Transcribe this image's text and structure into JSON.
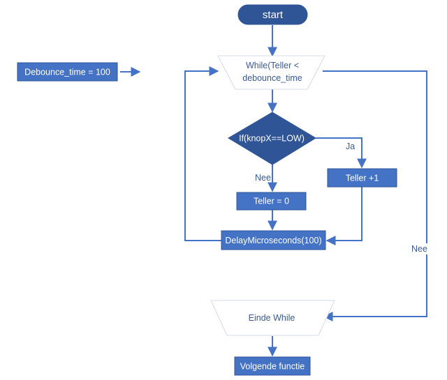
{
  "colors": {
    "node_fill": "#4472c4",
    "node_dark": "#2f5597",
    "line": "#4472c4",
    "light_text": "#3b5a93"
  },
  "nodes": {
    "start": "start",
    "init": "Debounce_time = 100",
    "while_line1": "While(Teller <",
    "while_line2": "debounce_time",
    "if": "If(knopX==LOW)",
    "teller_inc": "Teller +1",
    "teller_reset": "Teller = 0",
    "delay": "DelayMicroseconds(100)",
    "end_while": "Einde While",
    "next": "Volgende functie"
  },
  "edges": {
    "yes_label": "Ja",
    "no_label": "Nee",
    "exit_label": "Nee"
  }
}
